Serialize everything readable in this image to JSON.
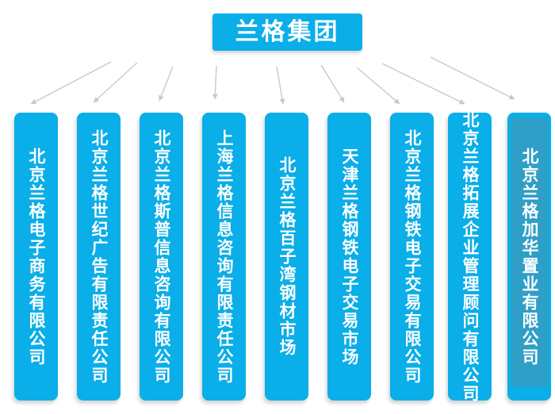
{
  "org_chart": {
    "root": {
      "label": "兰格集团"
    },
    "companies": [
      {
        "name": "北京兰格电子商务有限公司"
      },
      {
        "name": "北京兰格世纪广告有限责任公司"
      },
      {
        "name": "北京兰格斯普信息咨询有限公司"
      },
      {
        "name": "上海兰格信息咨询有限责任公司"
      },
      {
        "name": "北京兰格百子湾钢材市场"
      },
      {
        "name": "天津兰格钢铁电子交易市场"
      },
      {
        "name": "北京兰格钢铁电子交易有限公司"
      },
      {
        "name": "北京兰格拓展企业管理顾问有限公司"
      },
      {
        "name": "北京兰格加华置业有限公司",
        "highlighted": "true"
      }
    ],
    "colors": {
      "primary": "#0aaee8",
      "arrow": "#c9c9c9",
      "highlight_overlay": "#2f9fc7",
      "text": "#ffffff",
      "background": "#ffffff"
    }
  }
}
